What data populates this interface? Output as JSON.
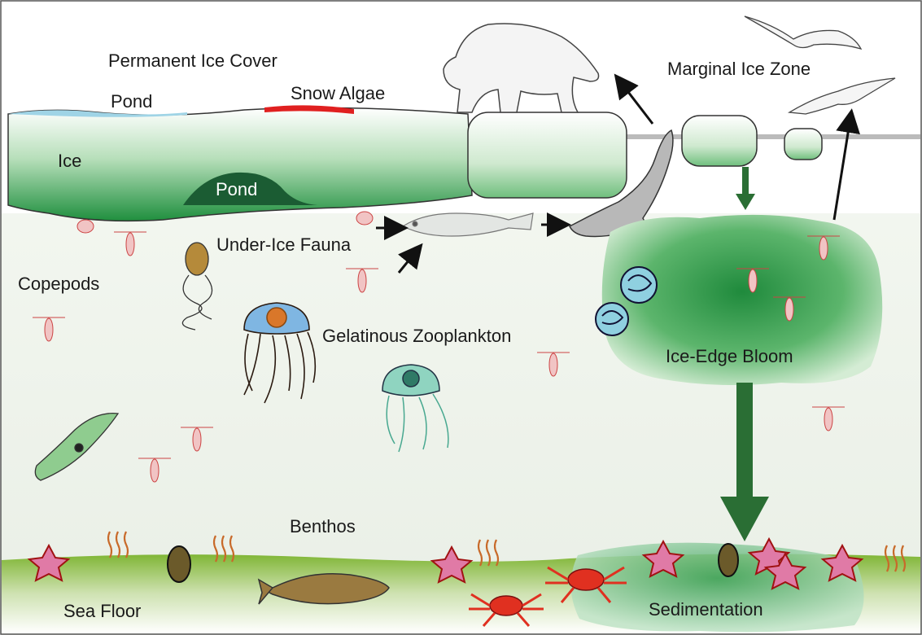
{
  "labels": {
    "permanent_ice_cover": "Permanent Ice Cover",
    "pond_top": "Pond",
    "snow_algae": "Snow Algae",
    "ice": "Ice",
    "pond_ice": "Pond",
    "marginal_ice_zone": "Marginal Ice Zone",
    "under_ice_fauna": "Under-Ice Fauna",
    "copepods": "Copepods",
    "gelatinous_zooplankton": "Gelatinous Zooplankton",
    "ice_edge_bloom": "Ice-Edge Bloom",
    "benthos": "Benthos",
    "sea_floor": "Sea Floor",
    "sedimentation": "Sedimentation"
  },
  "colors": {
    "ice_green": "#2e9a4a",
    "ice_light": "#e6f3e6",
    "pond_blue": "#9fd4e6",
    "snow_algae_red": "#e02020",
    "bloom_green": "#2f9e4c",
    "seafloor_green": "#8fbf3a",
    "starfish_pink": "#e07aa6",
    "crab_red": "#e03020",
    "arrow_dark": "#111111",
    "flow_arrow_green": "#2a6e34"
  }
}
